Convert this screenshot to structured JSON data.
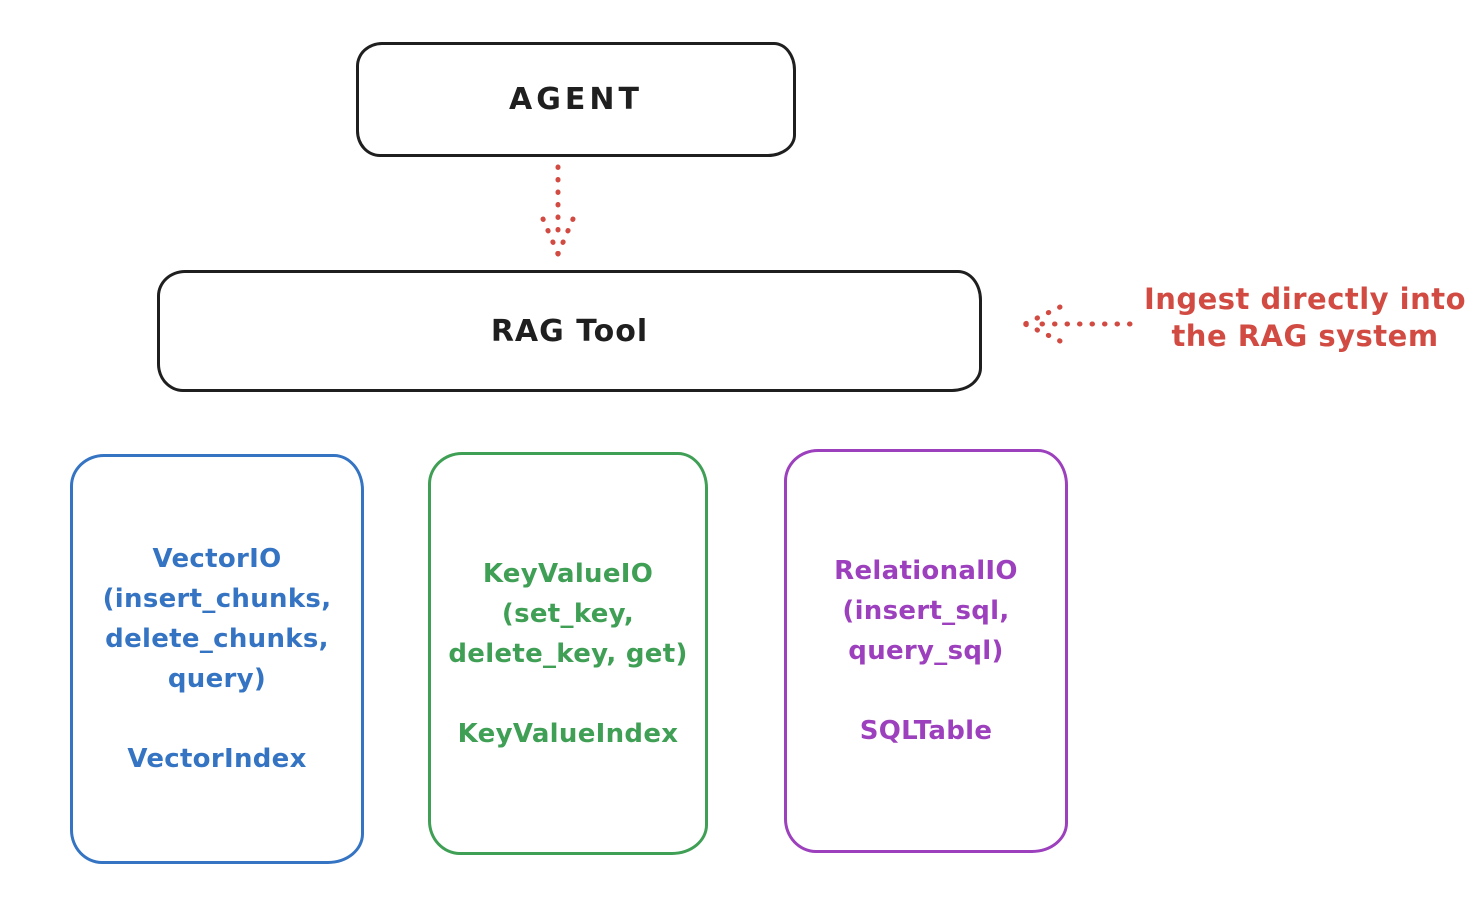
{
  "colors": {
    "ink": "#1f1f1f",
    "red": "#d24b42",
    "blue": "#3574c3",
    "green": "#3f9f55",
    "purple": "#9c40bd",
    "background": "#ffffff"
  },
  "agent_node": {
    "label": "AGENT"
  },
  "rag_tool_node": {
    "label": "RAG Tool"
  },
  "annotation": {
    "line1": "Ingest directly into",
    "line2": "the RAG system"
  },
  "arrows": [
    {
      "name": "agent-to-rag-tool",
      "style": "dotted",
      "direction": "down",
      "color": "#d24b42"
    },
    {
      "name": "annotation-to-rag-tool",
      "style": "dotted",
      "direction": "left",
      "color": "#d24b42"
    }
  ],
  "storage_nodes": [
    {
      "name": "vector-io",
      "color": "#3574c3",
      "lines": [
        "VectorIO",
        "(insert_chunks,",
        "delete_chunks,",
        "query)"
      ],
      "index_label": "VectorIndex"
    },
    {
      "name": "keyvalue-io",
      "color": "#3f9f55",
      "lines": [
        "KeyValueIO",
        "(set_key,",
        "delete_key, get)"
      ],
      "index_label": "KeyValueIndex"
    },
    {
      "name": "relational-io",
      "color": "#9c40bd",
      "lines": [
        "RelationalIO",
        "(insert_sql,",
        "query_sql)"
      ],
      "index_label": "SQLTable"
    }
  ]
}
